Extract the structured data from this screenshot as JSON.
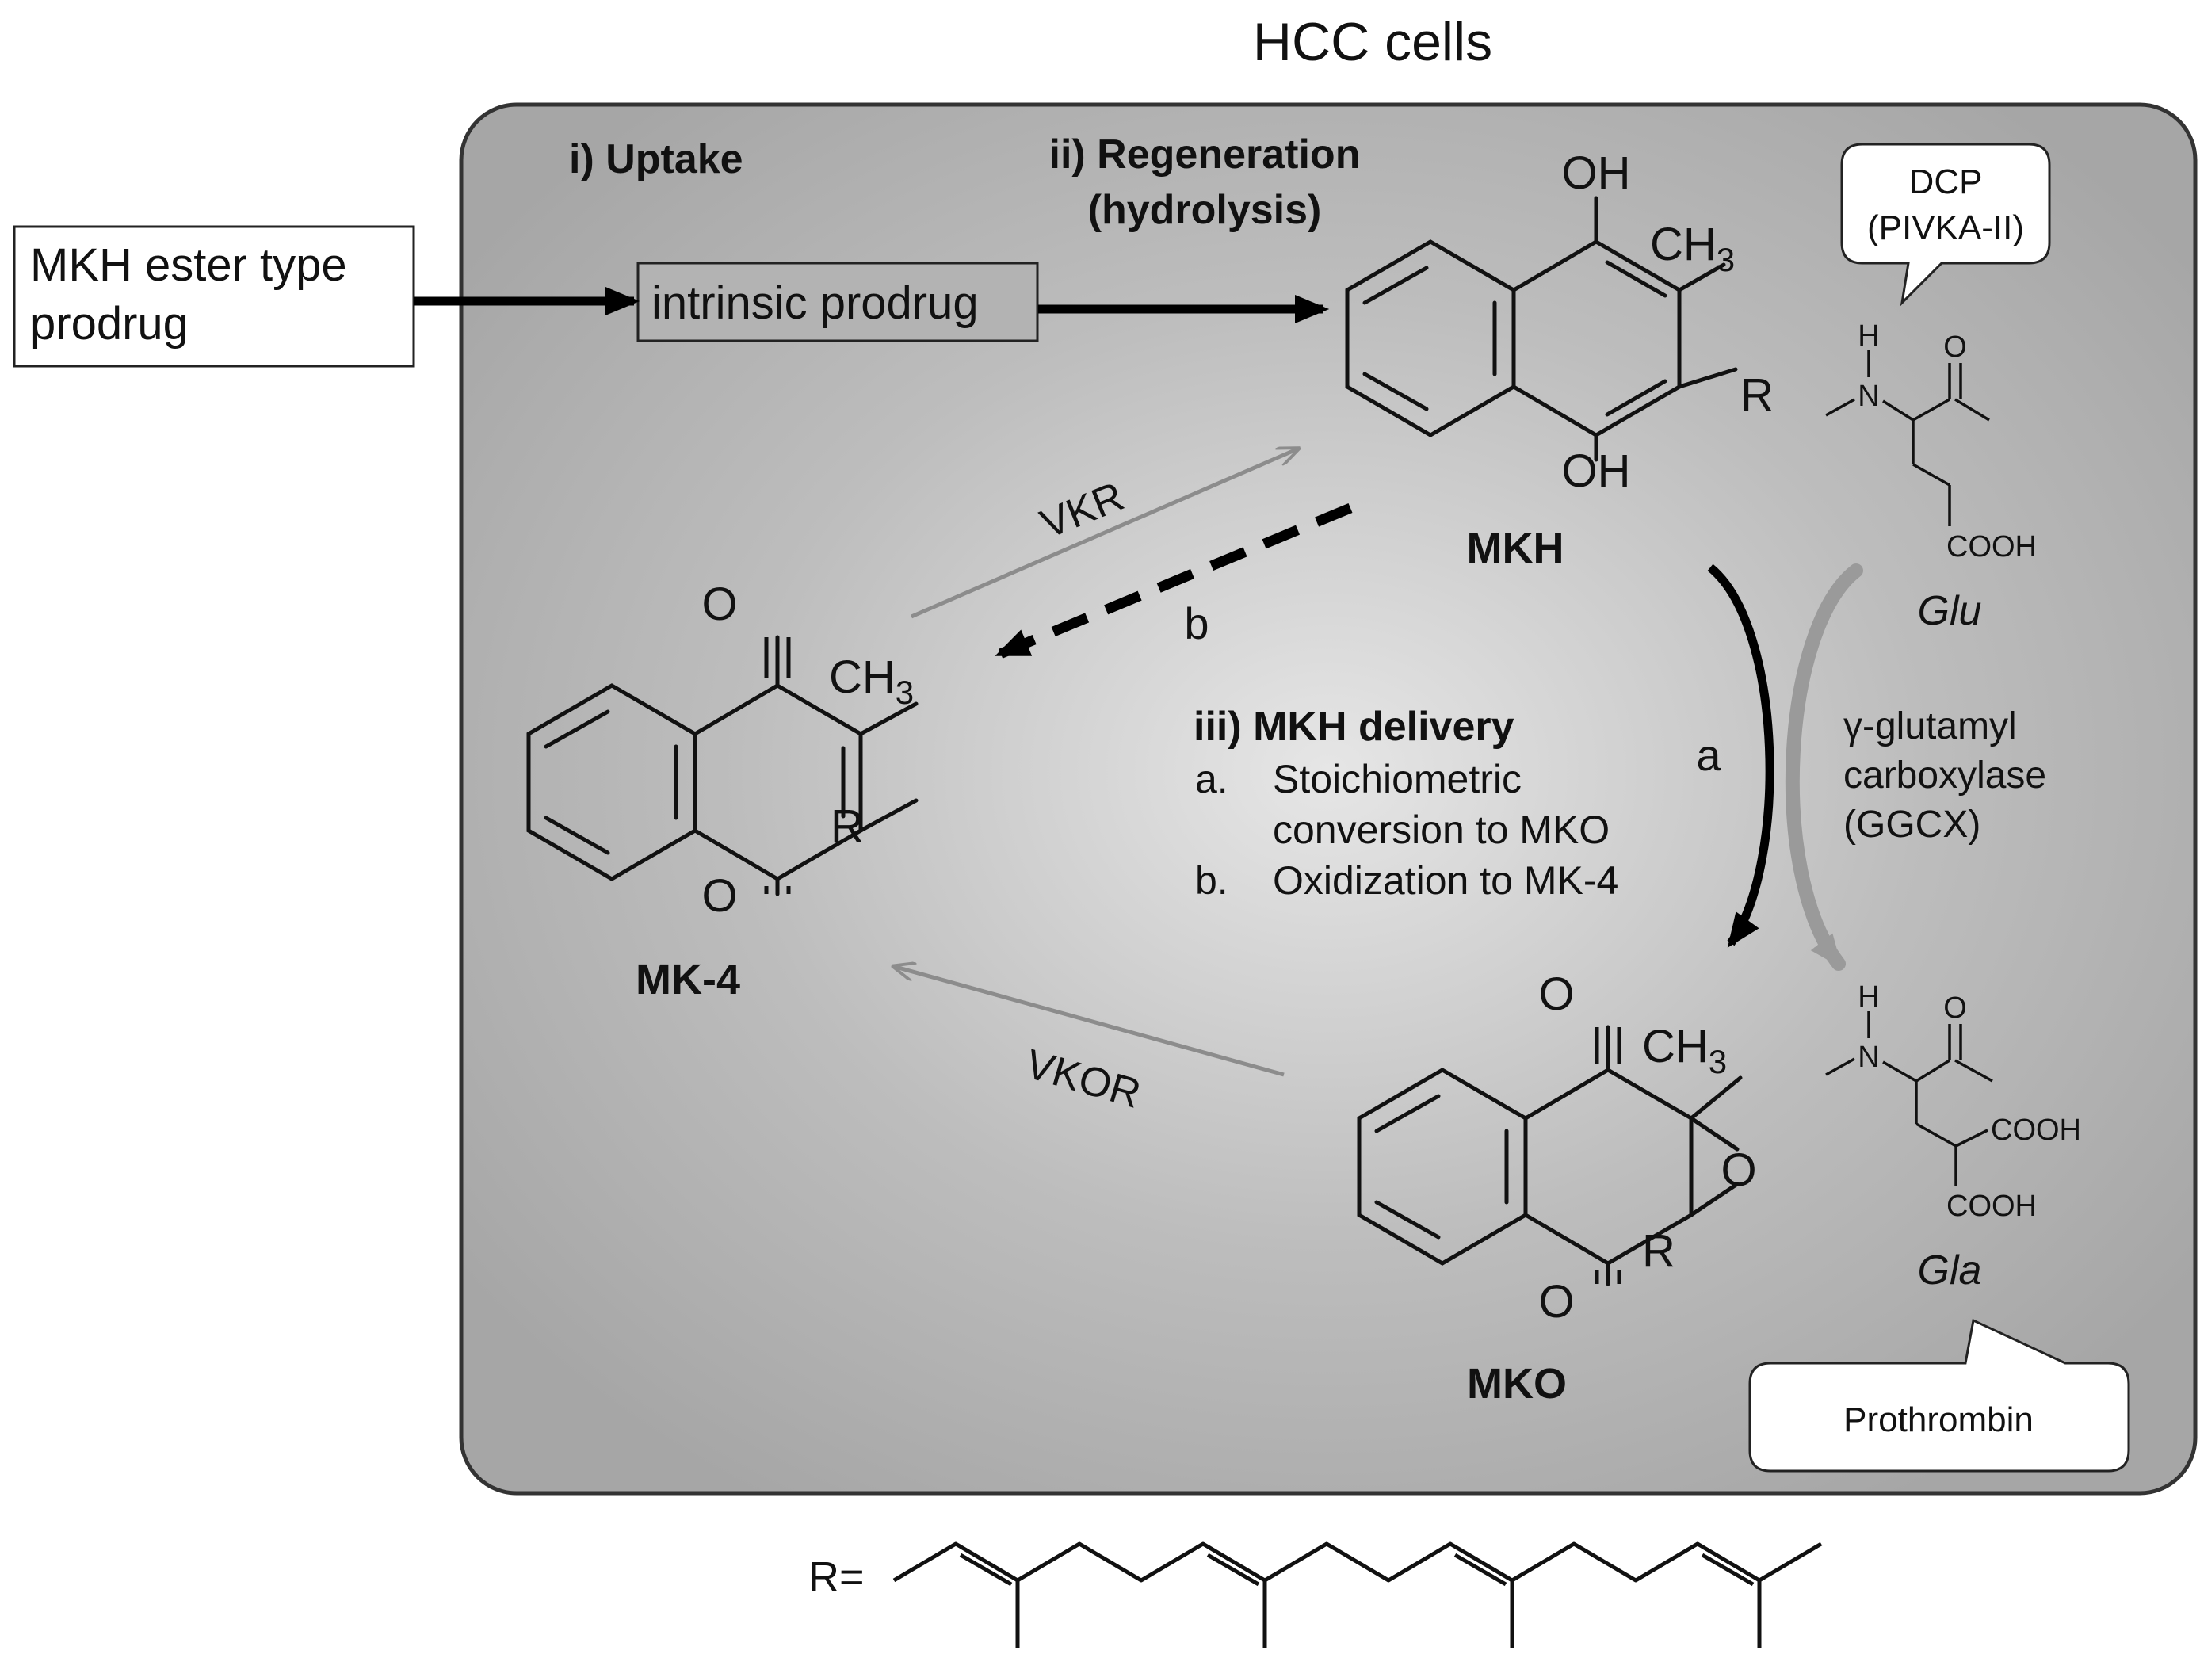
{
  "title": "HCC cells",
  "prodrug_box": {
    "line1": "MKH ester type",
    "line2": "prodrug"
  },
  "intrinsic_box": "intrinsic prodrug",
  "steps": {
    "uptake": "i) Uptake",
    "regeneration_line1": "ii) Regeneration",
    "regeneration_line2": "(hydrolysis)",
    "delivery_title": "iii) MKH delivery",
    "delivery_items": [
      {
        "marker": "a.",
        "line1": "Stoichiometric",
        "line2": "conversion to MKO"
      },
      {
        "marker": "b.",
        "line1": "Oxidization to MK-4",
        "line2": ""
      }
    ]
  },
  "compounds": {
    "mkh": {
      "name": "MKH",
      "oh_top": "OH",
      "oh_bottom": "OH",
      "methyl": "CH",
      "methyl_sub": "3",
      "r": "R"
    },
    "mk4": {
      "name": "MK-4",
      "o_top": "O",
      "o_bottom": "O",
      "methyl": "CH",
      "methyl_sub": "3",
      "r": "R"
    },
    "mko": {
      "name": "MKO",
      "o_top": "O",
      "o_bottom": "O",
      "o_epoxide": "O",
      "methyl": "CH",
      "methyl_sub": "3",
      "r": "R"
    }
  },
  "enzymes": {
    "vkr": "VKR",
    "vkor": "VKOR",
    "ggcx_line1": "γ-glutamyl",
    "ggcx_line2": "carboxylase",
    "ggcx_line3": "(GGCX)"
  },
  "path_labels": {
    "a": "a",
    "b": "b"
  },
  "glu": {
    "name": "Glu",
    "h": "H",
    "n": "N",
    "o": "O",
    "cooh": "COOH"
  },
  "gla": {
    "name": "Gla",
    "h": "H",
    "n": "N",
    "o": "O",
    "cooh1": "COOH",
    "cooh2": "COOH"
  },
  "callouts": {
    "dcp_line1": "DCP",
    "dcp_line2": "(PIVKA-II)",
    "prothrombin": "Prothrombin"
  },
  "r_group": {
    "label": "R="
  },
  "colors": {
    "cell_border": "#333333",
    "cell_center": "#e6e6e6",
    "cell_edge": "#a6a6a6",
    "gray_arrow": "#8c8c8c",
    "black": "#000000"
  }
}
